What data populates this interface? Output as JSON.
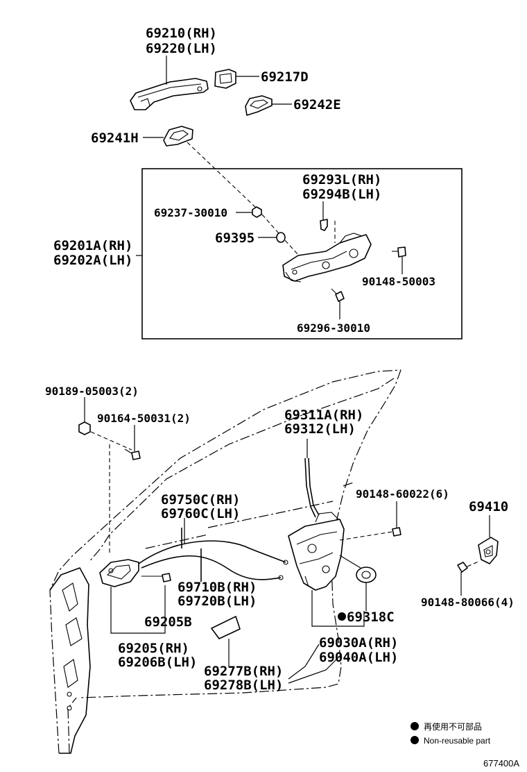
{
  "labels": {
    "p69210": "69210(RH)",
    "p69220": "69220(LH)",
    "p69217d": "69217D",
    "p69242e": "69242E",
    "p69241h": "69241H",
    "p69293l": "69293L(RH)",
    "p69294b": "69294B(LH)",
    "p69237": "69237-30010",
    "p69395": "69395",
    "p69201a": "69201A(RH)",
    "p69202a": "69202A(LH)",
    "p90148_50003": "90148-50003",
    "p69296": "69296-30010",
    "p90189": "90189-05003(2)",
    "p90164": "90164-50031(2)",
    "p69311a": "69311A(RH)",
    "p69312": "69312(LH)",
    "p90148_60022": "90148-60022(6)",
    "p69410": "69410",
    "p69750c": "69750C(RH)",
    "p69760c": "69760C(LH)",
    "p69710b": "69710B(RH)",
    "p69720b": "69720B(LH)",
    "p69318c": "69318C",
    "p90148_80066": "90148-80066(4)",
    "p69205b": "69205B",
    "p69030a": "69030A(RH)",
    "p69040a": "69040A(LH)",
    "p69205": "69205(RH)",
    "p69206b": "69206B(LH)",
    "p69277b": "69277B(RH)",
    "p69278b": "69278B(LH)"
  },
  "legend": {
    "jp": "再使用不可部品",
    "en": "Non-reusable part"
  },
  "figure_code": "677400A"
}
